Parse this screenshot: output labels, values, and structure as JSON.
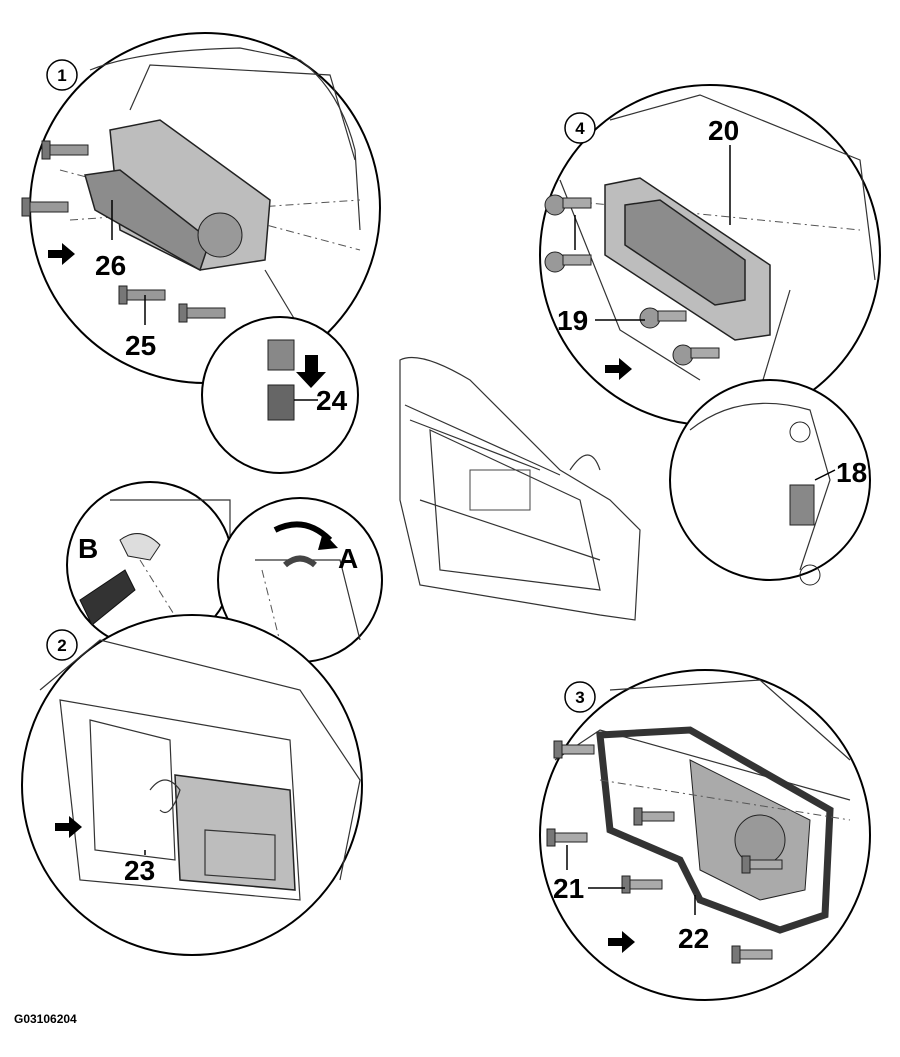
{
  "figure_code": "G03106204",
  "steps": [
    "1",
    "2",
    "3",
    "4"
  ],
  "callouts": {
    "c18": "18",
    "c19": "19",
    "c20": "20",
    "c21": "21",
    "c22": "22",
    "c23": "23",
    "c24": "24",
    "c25": "25",
    "c26": "26"
  },
  "letters": {
    "a": "A",
    "b": "B"
  },
  "colors": {
    "line": "#000000",
    "fill": "#bdbdbd",
    "dark": "#8c8c8c"
  }
}
